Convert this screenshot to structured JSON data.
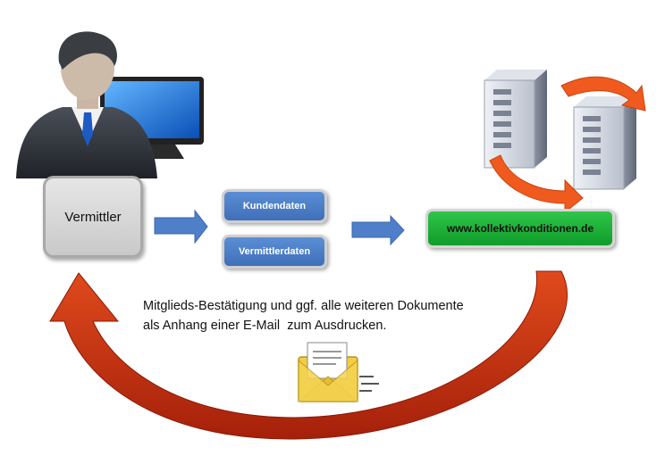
{
  "nodes": {
    "vermittler": "Vermittler",
    "kundendaten": "Kundendaten",
    "vermittlerdaten": "Vermittlerdaten",
    "website": "www.kollektivkonditionen.de"
  },
  "caption": {
    "line1": "Mitglieds-Bestätigung und ggf. alle weiteren Dokumente",
    "line2": "als Anhang einer E-Mail  zum Ausdrucken."
  },
  "colors": {
    "node_blue": "#4a7cc6",
    "node_green": "#1bb23a",
    "node_gray": "#d6d6d6",
    "return_arrow": "#c23412",
    "server_arrows": "#f05a1e",
    "envelope": "#f0c93a"
  },
  "icons": [
    "businessman-icon",
    "monitor-icon",
    "server-icon",
    "sync-arrows-icon",
    "email-envelope-icon"
  ]
}
